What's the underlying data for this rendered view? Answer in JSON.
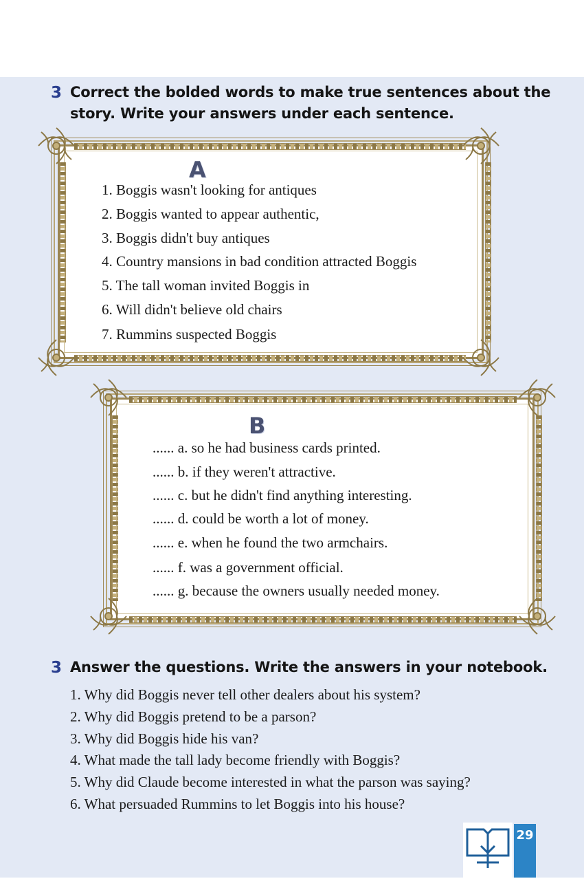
{
  "exercise1": {
    "number": "3",
    "title_line1": "Correct the bolded words to make true sentences about the",
    "title_line2": "story. Write your answers under each sentence."
  },
  "box_a": {
    "letter": "A",
    "items": [
      "1. Boggis wasn't looking for antiques",
      "2. Boggis wanted to appear authentic,",
      "3. Boggis didn't buy antiques",
      "4. Country mansions in bad condition attracted Boggis",
      "5. The tall woman invited Boggis in",
      "6. Will didn't believe old chairs",
      "7. Rummins suspected Boggis"
    ]
  },
  "box_b": {
    "letter": "B",
    "items": [
      "...... a. so he had business cards printed.",
      "...... b. if they weren't attractive.",
      "...... c. but he didn't find anything interesting.",
      "...... d. could be worth a lot of money.",
      "...... e. when he found the two armchairs.",
      "...... f. was a government official.",
      "...... g. because the owners usually needed money."
    ]
  },
  "exercise2": {
    "number": "3",
    "title": "Answer the questions. Write the answers in your notebook.",
    "questions": [
      "1. Why did Boggis never tell other dealers about his system?",
      "2. Why did Boggis pretend to be a parson?",
      "3. Why did Boggis hide his van?",
      "4. What made the tall lady become friendly with Boggis?",
      "5. Why did Claude become interested in what the parson was saying?",
      "6. What persuaded Rummins to let Boggis into his house?"
    ]
  },
  "footer": {
    "page_number": "29",
    "icon": "book-download-icon",
    "accent_color": "#2c84c6"
  },
  "colors": {
    "exercise_number": "#2a3f8f",
    "page_background": "#e3e9f5",
    "frame_gold": "#9a8553"
  }
}
